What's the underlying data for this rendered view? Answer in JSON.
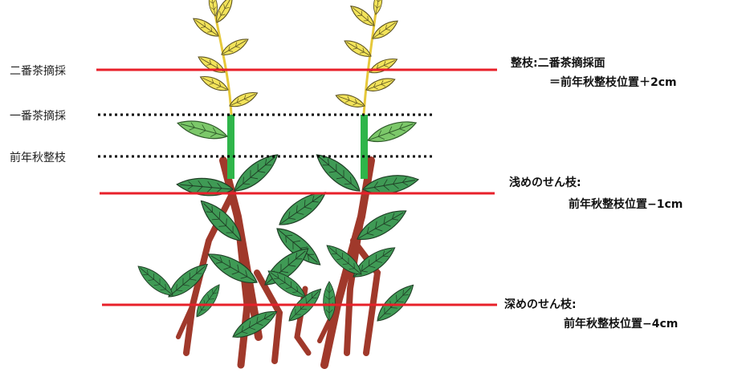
{
  "left_labels": {
    "niban": "二番茶摘採",
    "ichiban": "一番茶摘採",
    "zennen": "前年秋整枝"
  },
  "right_labels": {
    "seishi_line1": "整枝:二番茶摘採面",
    "seishi_line2": "＝前年秋整枝位置＋2cm",
    "asame_line1": "浅めのせん枝:",
    "asame_line2": "前年秋整枝位置−1cm",
    "fukame_line1": "深めのせん枝:",
    "fukame_line2": "前年秋整枝位置−4cm"
  },
  "colors": {
    "red_line": "#e8202a",
    "dotted_line": "#000000",
    "stem": "#a0392b",
    "leaf_dark": "#3f9a55",
    "leaf_light": "#7cc86a",
    "new_shoot": "#f2e35a",
    "shoot_stem": "#2fb54a"
  }
}
